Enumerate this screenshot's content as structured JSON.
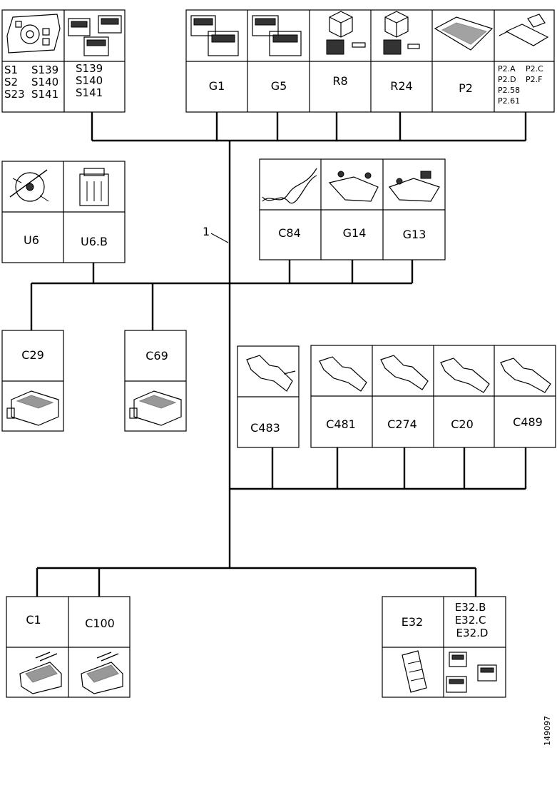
{
  "harness": {
    "ref_label": "1"
  },
  "figure_id": "149097",
  "groups": {
    "switches": {
      "cells": [
        {
          "lines": [
            "S1",
            "S2",
            "S23"
          ],
          "lines2": [
            "S139",
            "S140",
            "S141"
          ],
          "icon": "light-switch-panel-icon"
        },
        {
          "lines": [
            "S139",
            "S140",
            "S141"
          ],
          "icon": "switch-connectors-icon"
        }
      ]
    },
    "top_right": {
      "cells": [
        {
          "label": "G1",
          "icon": "multi-connector-icon"
        },
        {
          "label": "G5",
          "icon": "multi-connector-icon"
        },
        {
          "label": "R8",
          "icon": "relay-icon"
        },
        {
          "label": "R24",
          "icon": "relay-icon"
        },
        {
          "label": "P2",
          "icon": "fuse-box-icon"
        },
        {
          "lines": [
            "P2.A",
            "P2.D",
            "P2.58",
            "P2.61"
          ],
          "lines2": [
            "P2.C",
            "P2.F"
          ],
          "icon": "terminal-icon"
        }
      ]
    },
    "unit": {
      "cells": [
        {
          "label": "U6",
          "icon": "unit-icon"
        },
        {
          "label": "U6.B",
          "icon": "connector-housing-icon"
        }
      ]
    },
    "ground": {
      "cells": [
        {
          "label": "C84",
          "icon": "twisted-wire-icon"
        },
        {
          "label": "G14",
          "icon": "ground-point-icon"
        },
        {
          "label": "G13",
          "icon": "ground-point-icon"
        }
      ]
    },
    "left_connectors": {
      "cells": [
        {
          "label": "C29",
          "icon": "connector-block-icon"
        },
        {
          "label": "C69",
          "icon": "connector-block-icon"
        }
      ]
    },
    "terminals_single": {
      "cells": [
        {
          "label": "C483",
          "icon": "crimp-terminal-icon"
        }
      ]
    },
    "terminals_row": {
      "cells": [
        {
          "label": "C481",
          "icon": "crimp-terminal-icon"
        },
        {
          "label": "C274",
          "icon": "crimp-terminal-icon"
        },
        {
          "label": "C20",
          "icon": "crimp-terminal-icon"
        },
        {
          "label": "C489",
          "icon": "crimp-terminal-icon"
        }
      ]
    },
    "bottom_left": {
      "cells": [
        {
          "label": "C1",
          "icon": "large-connector-icon"
        },
        {
          "label": "C100",
          "icon": "large-connector-icon"
        }
      ]
    },
    "bottom_right": {
      "cells": [
        {
          "label": "E32",
          "icon": "ecu-connector-icon"
        },
        {
          "lines": [
            "E32.B",
            "E32.C",
            "E32.D"
          ],
          "icon": "small-connectors-icon"
        }
      ]
    }
  }
}
